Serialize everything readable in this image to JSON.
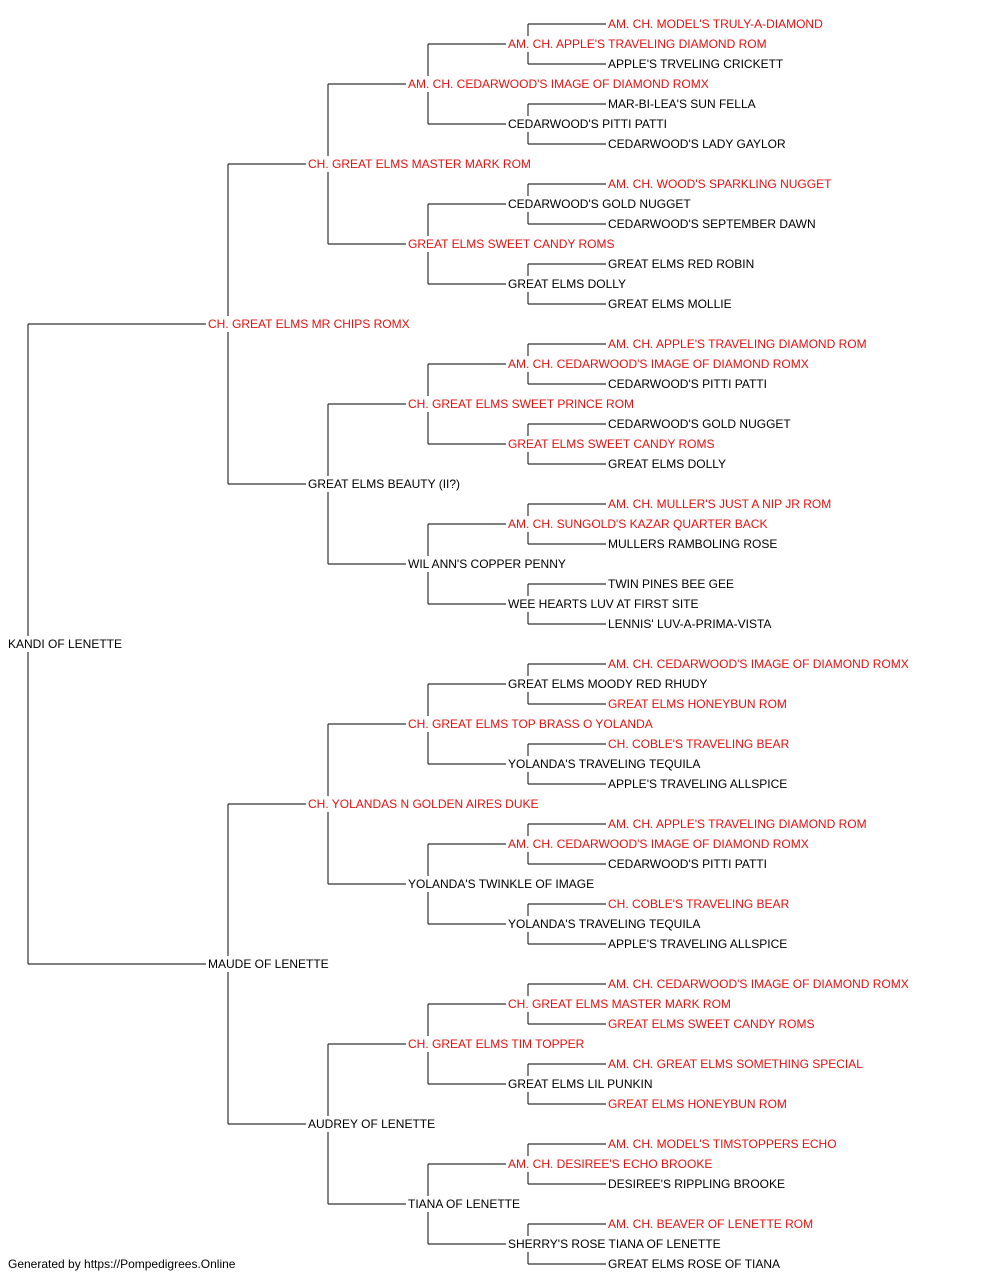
{
  "subject": "KANDI OF LENETTE",
  "colors": {
    "champion": "#e81010",
    "normal": "#000000",
    "line": "#333333"
  },
  "generations": [
    [
      {
        "name": "KANDI OF LENETTE",
        "ch": false
      }
    ],
    [
      {
        "name": "CH. GREAT ELMS MR CHIPS ROMX",
        "ch": true
      },
      {
        "name": "MAUDE OF LENETTE",
        "ch": false
      }
    ],
    [
      {
        "name": "CH. GREAT ELMS MASTER MARK ROM",
        "ch": true
      },
      {
        "name": "GREAT ELMS BEAUTY (II?)",
        "ch": false
      },
      {
        "name": "CH. YOLANDAS N GOLDEN AIRES DUKE",
        "ch": true
      },
      {
        "name": "AUDREY OF LENETTE",
        "ch": false
      }
    ],
    [
      {
        "name": "AM. CH. CEDARWOOD'S IMAGE OF DIAMOND ROMX",
        "ch": true
      },
      {
        "name": "GREAT ELMS SWEET CANDY ROMS",
        "ch": true
      },
      {
        "name": "CH. GREAT ELMS SWEET PRINCE ROM",
        "ch": true
      },
      {
        "name": "WIL ANN'S COPPER PENNY",
        "ch": false
      },
      {
        "name": "CH. GREAT ELMS TOP BRASS O YOLANDA",
        "ch": true
      },
      {
        "name": "YOLANDA'S TWINKLE OF IMAGE",
        "ch": false
      },
      {
        "name": "CH. GREAT ELMS TIM TOPPER",
        "ch": true
      },
      {
        "name": "TIANA OF LENETTE",
        "ch": false
      }
    ],
    [
      {
        "name": "AM. CH. APPLE'S TRAVELING DIAMOND ROM",
        "ch": true
      },
      {
        "name": "CEDARWOOD'S PITTI PATTI",
        "ch": false
      },
      {
        "name": "CEDARWOOD'S GOLD NUGGET",
        "ch": false
      },
      {
        "name": "GREAT ELMS DOLLY",
        "ch": false
      },
      {
        "name": "AM. CH. CEDARWOOD'S IMAGE OF DIAMOND ROMX",
        "ch": true
      },
      {
        "name": "GREAT ELMS SWEET CANDY ROMS",
        "ch": true
      },
      {
        "name": "AM. CH. SUNGOLD'S KAZAR QUARTER BACK",
        "ch": true
      },
      {
        "name": "WEE HEARTS LUV AT FIRST SITE",
        "ch": false
      },
      {
        "name": "GREAT ELMS MOODY RED RHUDY",
        "ch": false
      },
      {
        "name": "YOLANDA'S TRAVELING TEQUILA",
        "ch": false
      },
      {
        "name": "AM. CH. CEDARWOOD'S IMAGE OF DIAMOND ROMX",
        "ch": true
      },
      {
        "name": "YOLANDA'S TRAVELING TEQUILA",
        "ch": false
      },
      {
        "name": "CH. GREAT ELMS MASTER MARK ROM",
        "ch": true
      },
      {
        "name": "GREAT ELMS LIL PUNKIN",
        "ch": false
      },
      {
        "name": "AM. CH. DESIREE'S ECHO BROOKE",
        "ch": true
      },
      {
        "name": "SHERRY'S ROSE TIANA OF LENETTE",
        "ch": false
      }
    ],
    [
      {
        "name": "AM. CH. MODEL'S TRULY-A-DIAMOND",
        "ch": true
      },
      {
        "name": "APPLE'S TRVELING CRICKETT",
        "ch": false
      },
      {
        "name": "MAR-BI-LEA'S SUN FELLA",
        "ch": false
      },
      {
        "name": "CEDARWOOD'S LADY GAYLOR",
        "ch": false
      },
      {
        "name": "AM. CH. WOOD'S SPARKLING NUGGET",
        "ch": true
      },
      {
        "name": "CEDARWOOD'S SEPTEMBER DAWN",
        "ch": false
      },
      {
        "name": "GREAT ELMS RED ROBIN",
        "ch": false
      },
      {
        "name": "GREAT ELMS MOLLIE",
        "ch": false
      },
      {
        "name": "AM. CH. APPLE'S TRAVELING DIAMOND ROM",
        "ch": true
      },
      {
        "name": "CEDARWOOD'S PITTI PATTI",
        "ch": false
      },
      {
        "name": "CEDARWOOD'S GOLD NUGGET",
        "ch": false
      },
      {
        "name": "GREAT ELMS DOLLY",
        "ch": false
      },
      {
        "name": "AM. CH. MULLER'S JUST A NIP JR ROM",
        "ch": true
      },
      {
        "name": "MULLERS RAMBOLING ROSE",
        "ch": false
      },
      {
        "name": "TWIN PINES BEE GEE",
        "ch": false
      },
      {
        "name": "LENNIS' LUV-A-PRIMA-VISTA",
        "ch": false
      },
      {
        "name": "AM. CH. CEDARWOOD'S IMAGE OF DIAMOND ROMX",
        "ch": true
      },
      {
        "name": "GREAT ELMS HONEYBUN ROM",
        "ch": true
      },
      {
        "name": "CH. COBLE'S TRAVELING BEAR",
        "ch": true
      },
      {
        "name": "APPLE'S TRAVELING ALLSPICE",
        "ch": false
      },
      {
        "name": "AM. CH. APPLE'S TRAVELING DIAMOND ROM",
        "ch": true
      },
      {
        "name": "CEDARWOOD'S PITTI PATTI",
        "ch": false
      },
      {
        "name": "CH. COBLE'S TRAVELING BEAR",
        "ch": true
      },
      {
        "name": "APPLE'S TRAVELING ALLSPICE",
        "ch": false
      },
      {
        "name": "AM. CH. CEDARWOOD'S IMAGE OF DIAMOND ROMX",
        "ch": true
      },
      {
        "name": "GREAT ELMS SWEET CANDY ROMS",
        "ch": true
      },
      {
        "name": "AM. CH. GREAT ELMS SOMETHING SPECIAL",
        "ch": true
      },
      {
        "name": "GREAT ELMS HONEYBUN ROM",
        "ch": true
      },
      {
        "name": "AM. CH. MODEL'S TIMSTOPPERS ECHO",
        "ch": true
      },
      {
        "name": "DESIREE'S RIPPLING BROOKE",
        "ch": false
      },
      {
        "name": "AM. CH. BEAVER OF LENETTE ROM",
        "ch": true
      },
      {
        "name": "GREAT ELMS ROSE OF TIANA",
        "ch": false
      }
    ]
  ],
  "footer": "Generated by https://Pompedigrees.Online"
}
